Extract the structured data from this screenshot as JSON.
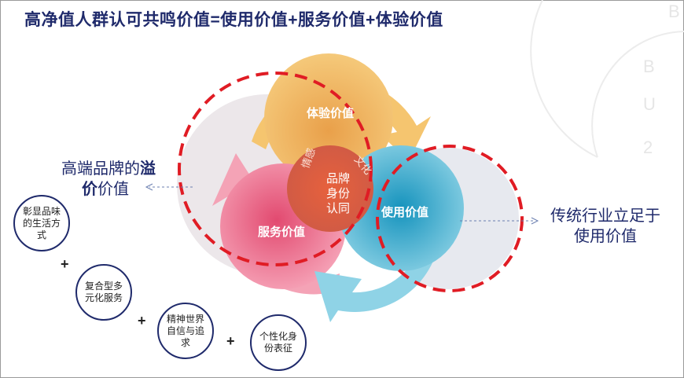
{
  "title": "高净值人群认可共鸣价值=使用价值+服务价值+体验价值",
  "diagram": {
    "experience_label": "体验价值",
    "service_label": "服务价值",
    "use_label": "使用价值",
    "center_lines": [
      "品牌",
      "身份",
      "认同"
    ],
    "emotion_label": "情感",
    "culture_label": "文化"
  },
  "left_label": {
    "line1_prefix": "高端品牌的",
    "line1_bold": "溢",
    "line2_bold": "价",
    "line2_rest": "价值"
  },
  "right_label": {
    "line1": "传统行业立足于",
    "line2": "使用价值"
  },
  "features": [
    "彰显品味的生活方式",
    "复合型多元化服务",
    "精神世界自信与追求",
    "个性化身份表征"
  ],
  "plus_sign": "+",
  "watermark_letters": [
    "B",
    "B",
    "U",
    "2"
  ],
  "colors": {
    "title": "#1f2a6b",
    "experience": "#f0b44a",
    "service": "#e8547a",
    "use": "#1f9fc4",
    "center": "#e05a3a",
    "dashed": "#e01c24"
  }
}
